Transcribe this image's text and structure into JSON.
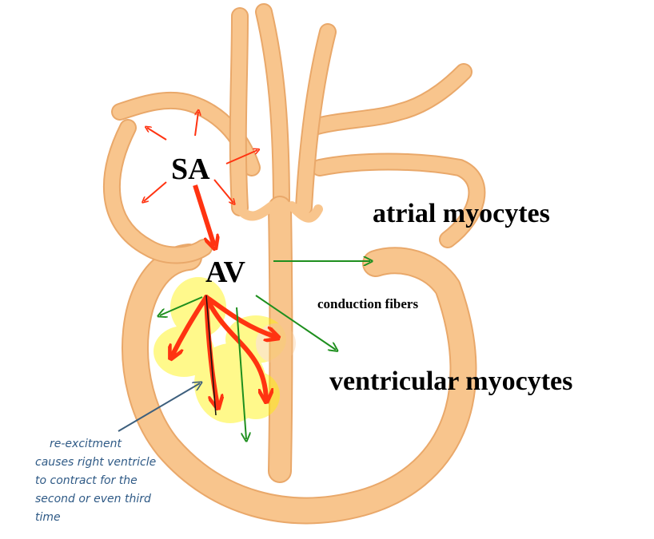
{
  "labels": {
    "sa": "SA",
    "av": "AV",
    "atrial": "atrial myocytes",
    "conduction": "conduction fibers",
    "ventricular": "ventricular myocytes"
  },
  "note": {
    "lines": [
      "re-excitment",
      "causes right ventricle",
      "to contract for the",
      "second or even third",
      "time"
    ]
  },
  "colors": {
    "tissue": "#f8c58d",
    "tissue_outline": "#e9a86a",
    "impulse_arrow": "#ff3311",
    "fiber_arrow": "#1e8f1e",
    "highlight": "#fff200",
    "note_ink": "#2f5a86",
    "pointer": "#3d5f7d"
  }
}
